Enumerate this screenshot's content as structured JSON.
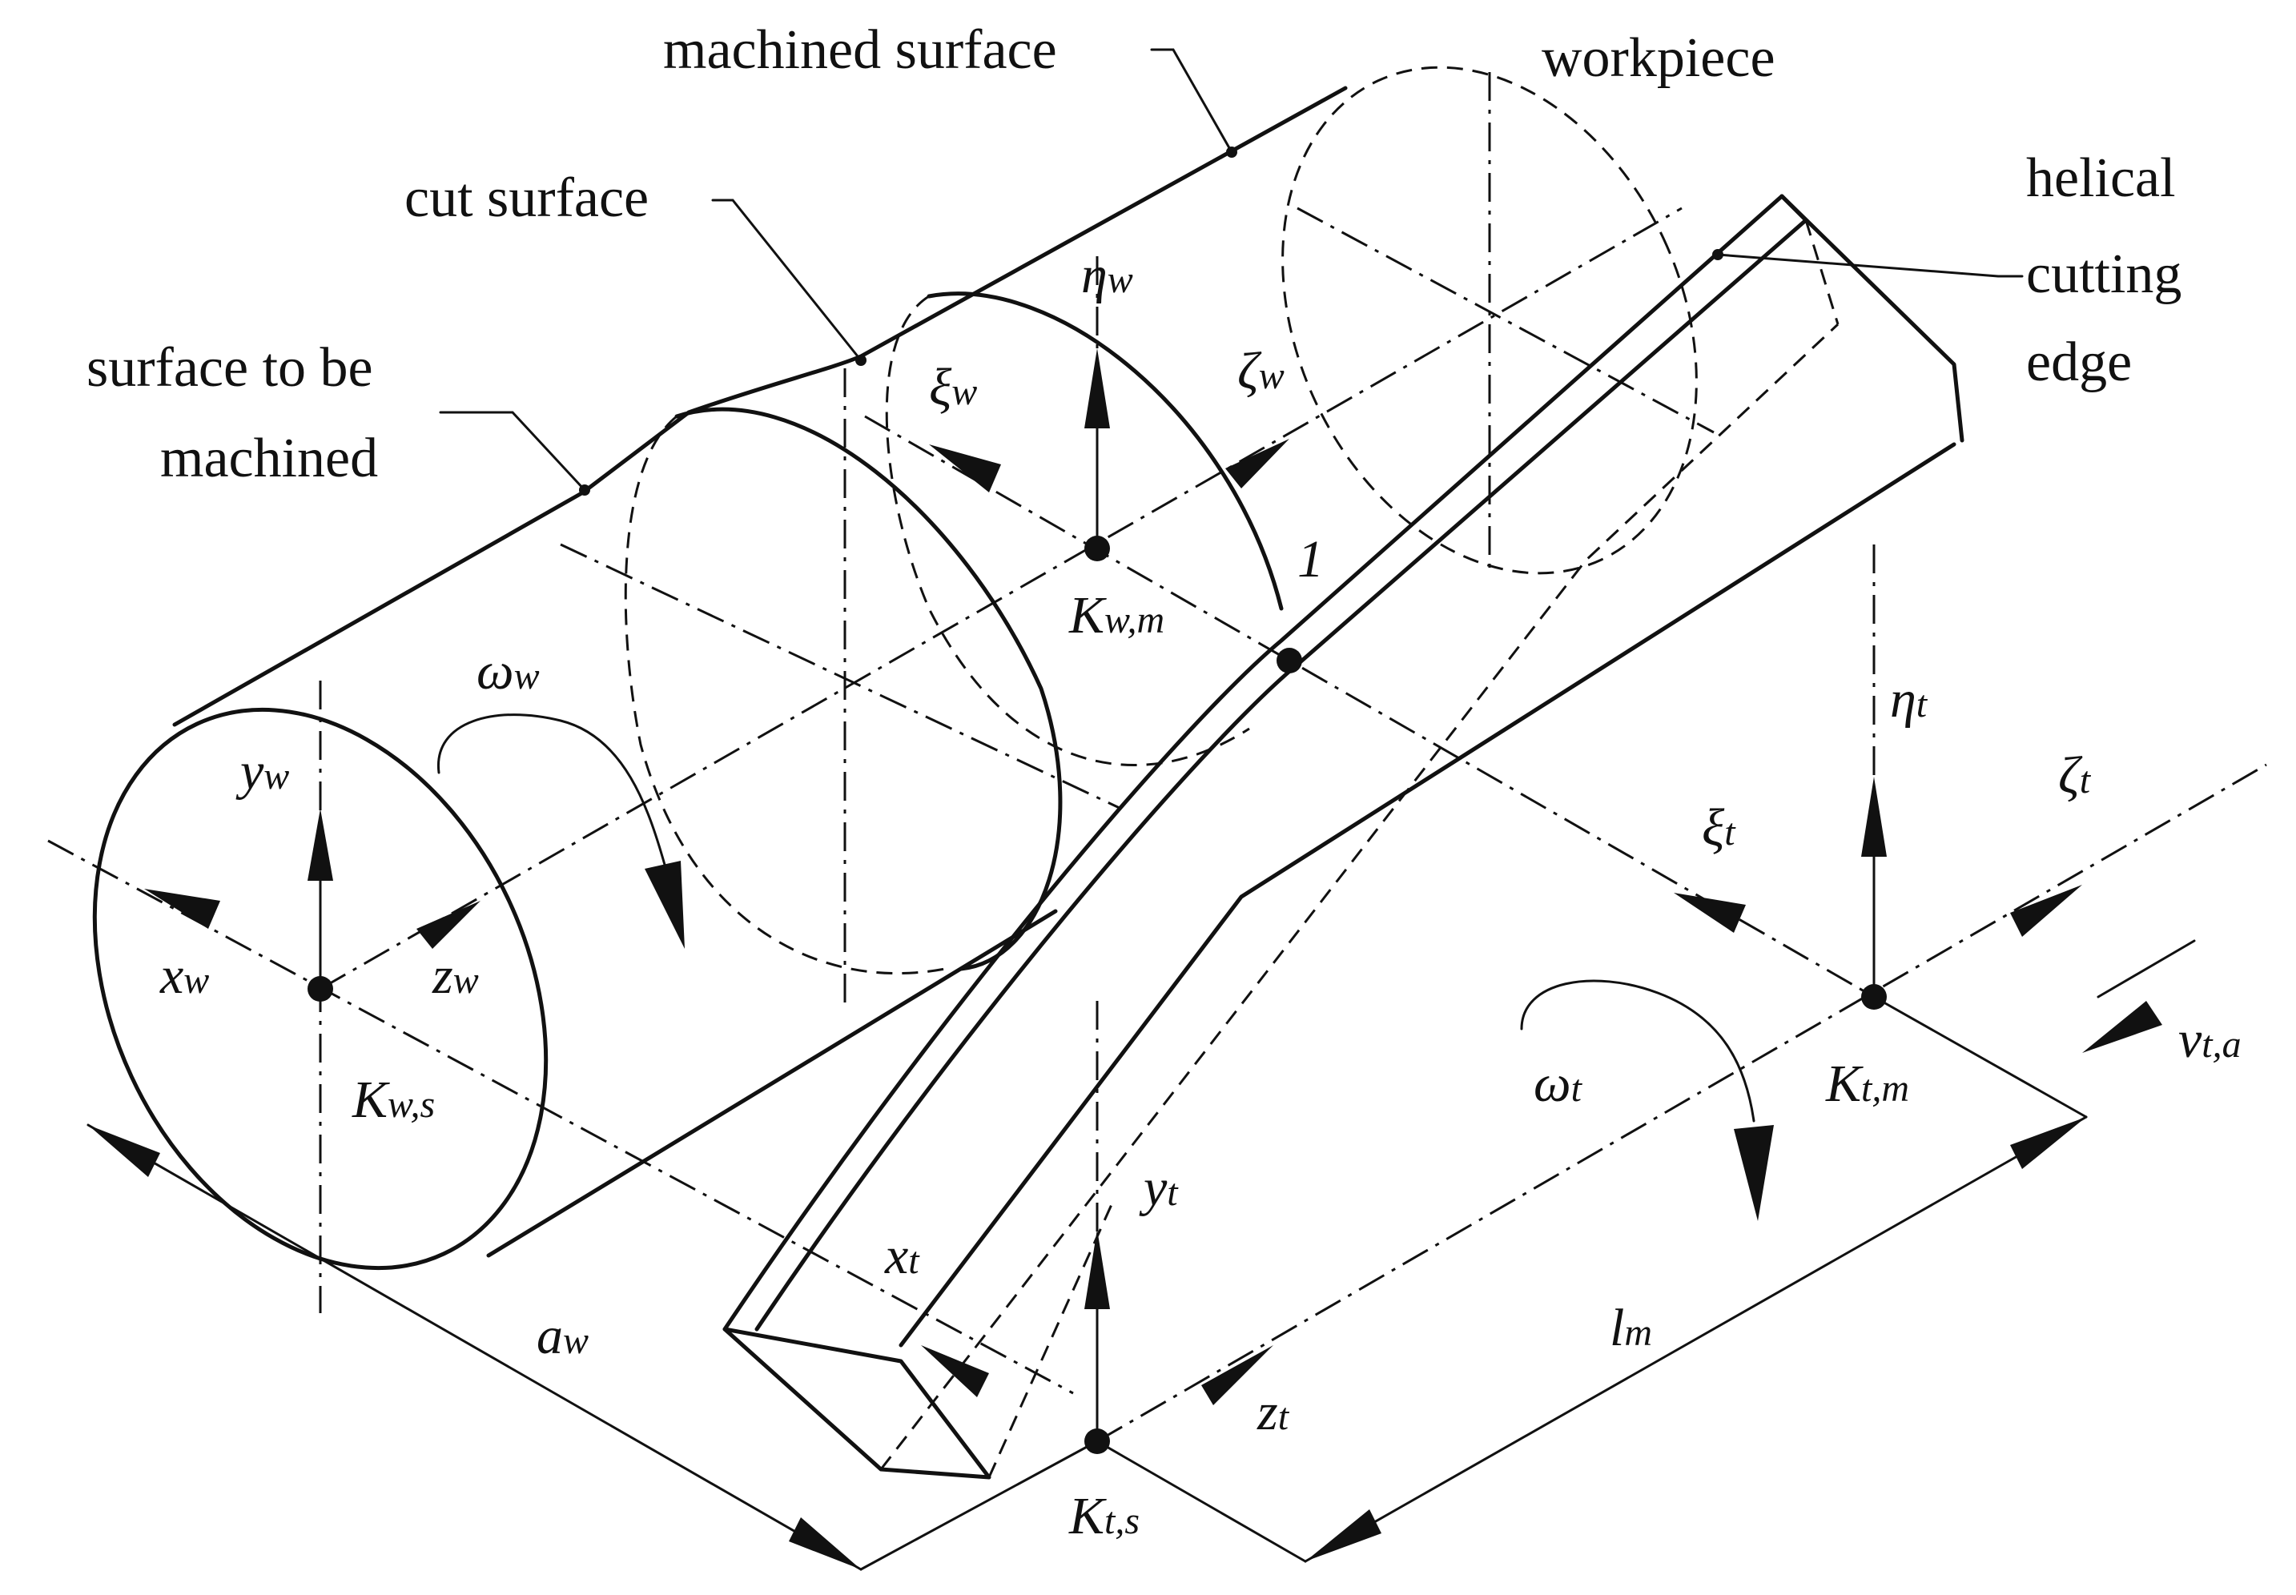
{
  "labels": {
    "machined_surface": "machined surface",
    "workpiece": "workpiece",
    "cut_surface": "cut surface",
    "surface_to_be_line1": "surface to be",
    "surface_to_be_line2": "machined",
    "helical_line1": "helical",
    "helical_line2": "cutting",
    "helical_line3": "edge"
  },
  "symbols": {
    "eta_w": {
      "base": "η",
      "sub": "w"
    },
    "xi_w": {
      "base": "ξ",
      "sub": "w"
    },
    "zeta_w": {
      "base": "ζ",
      "sub": "w"
    },
    "K_wm": {
      "base": "K",
      "sub": "w,m"
    },
    "point_1": "1",
    "omega_w": {
      "base": "ω",
      "sub": "w"
    },
    "y_w": {
      "base": "y",
      "sub": "w"
    },
    "x_w": {
      "base": "x",
      "sub": "w"
    },
    "z_w": {
      "base": "z",
      "sub": "w"
    },
    "K_ws": {
      "base": "K",
      "sub": "w,s"
    },
    "eta_t": {
      "base": "η",
      "sub": "t"
    },
    "zeta_t": {
      "base": "ζ",
      "sub": "t"
    },
    "xi_t": {
      "base": "ξ",
      "sub": "t"
    },
    "K_tm": {
      "base": "K",
      "sub": "t,m"
    },
    "v_ta": {
      "base": "v",
      "sub": "t,a"
    },
    "omega_t": {
      "base": "ω",
      "sub": "t"
    },
    "y_t": {
      "base": "y",
      "sub": "t"
    },
    "x_t": {
      "base": "x",
      "sub": "t"
    },
    "z_t": {
      "base": "z",
      "sub": "t"
    },
    "K_ts": {
      "base": "K",
      "sub": "t,s"
    },
    "a_w": {
      "base": "a",
      "sub": "w"
    },
    "l_m": {
      "base": "l",
      "sub": "m"
    }
  }
}
